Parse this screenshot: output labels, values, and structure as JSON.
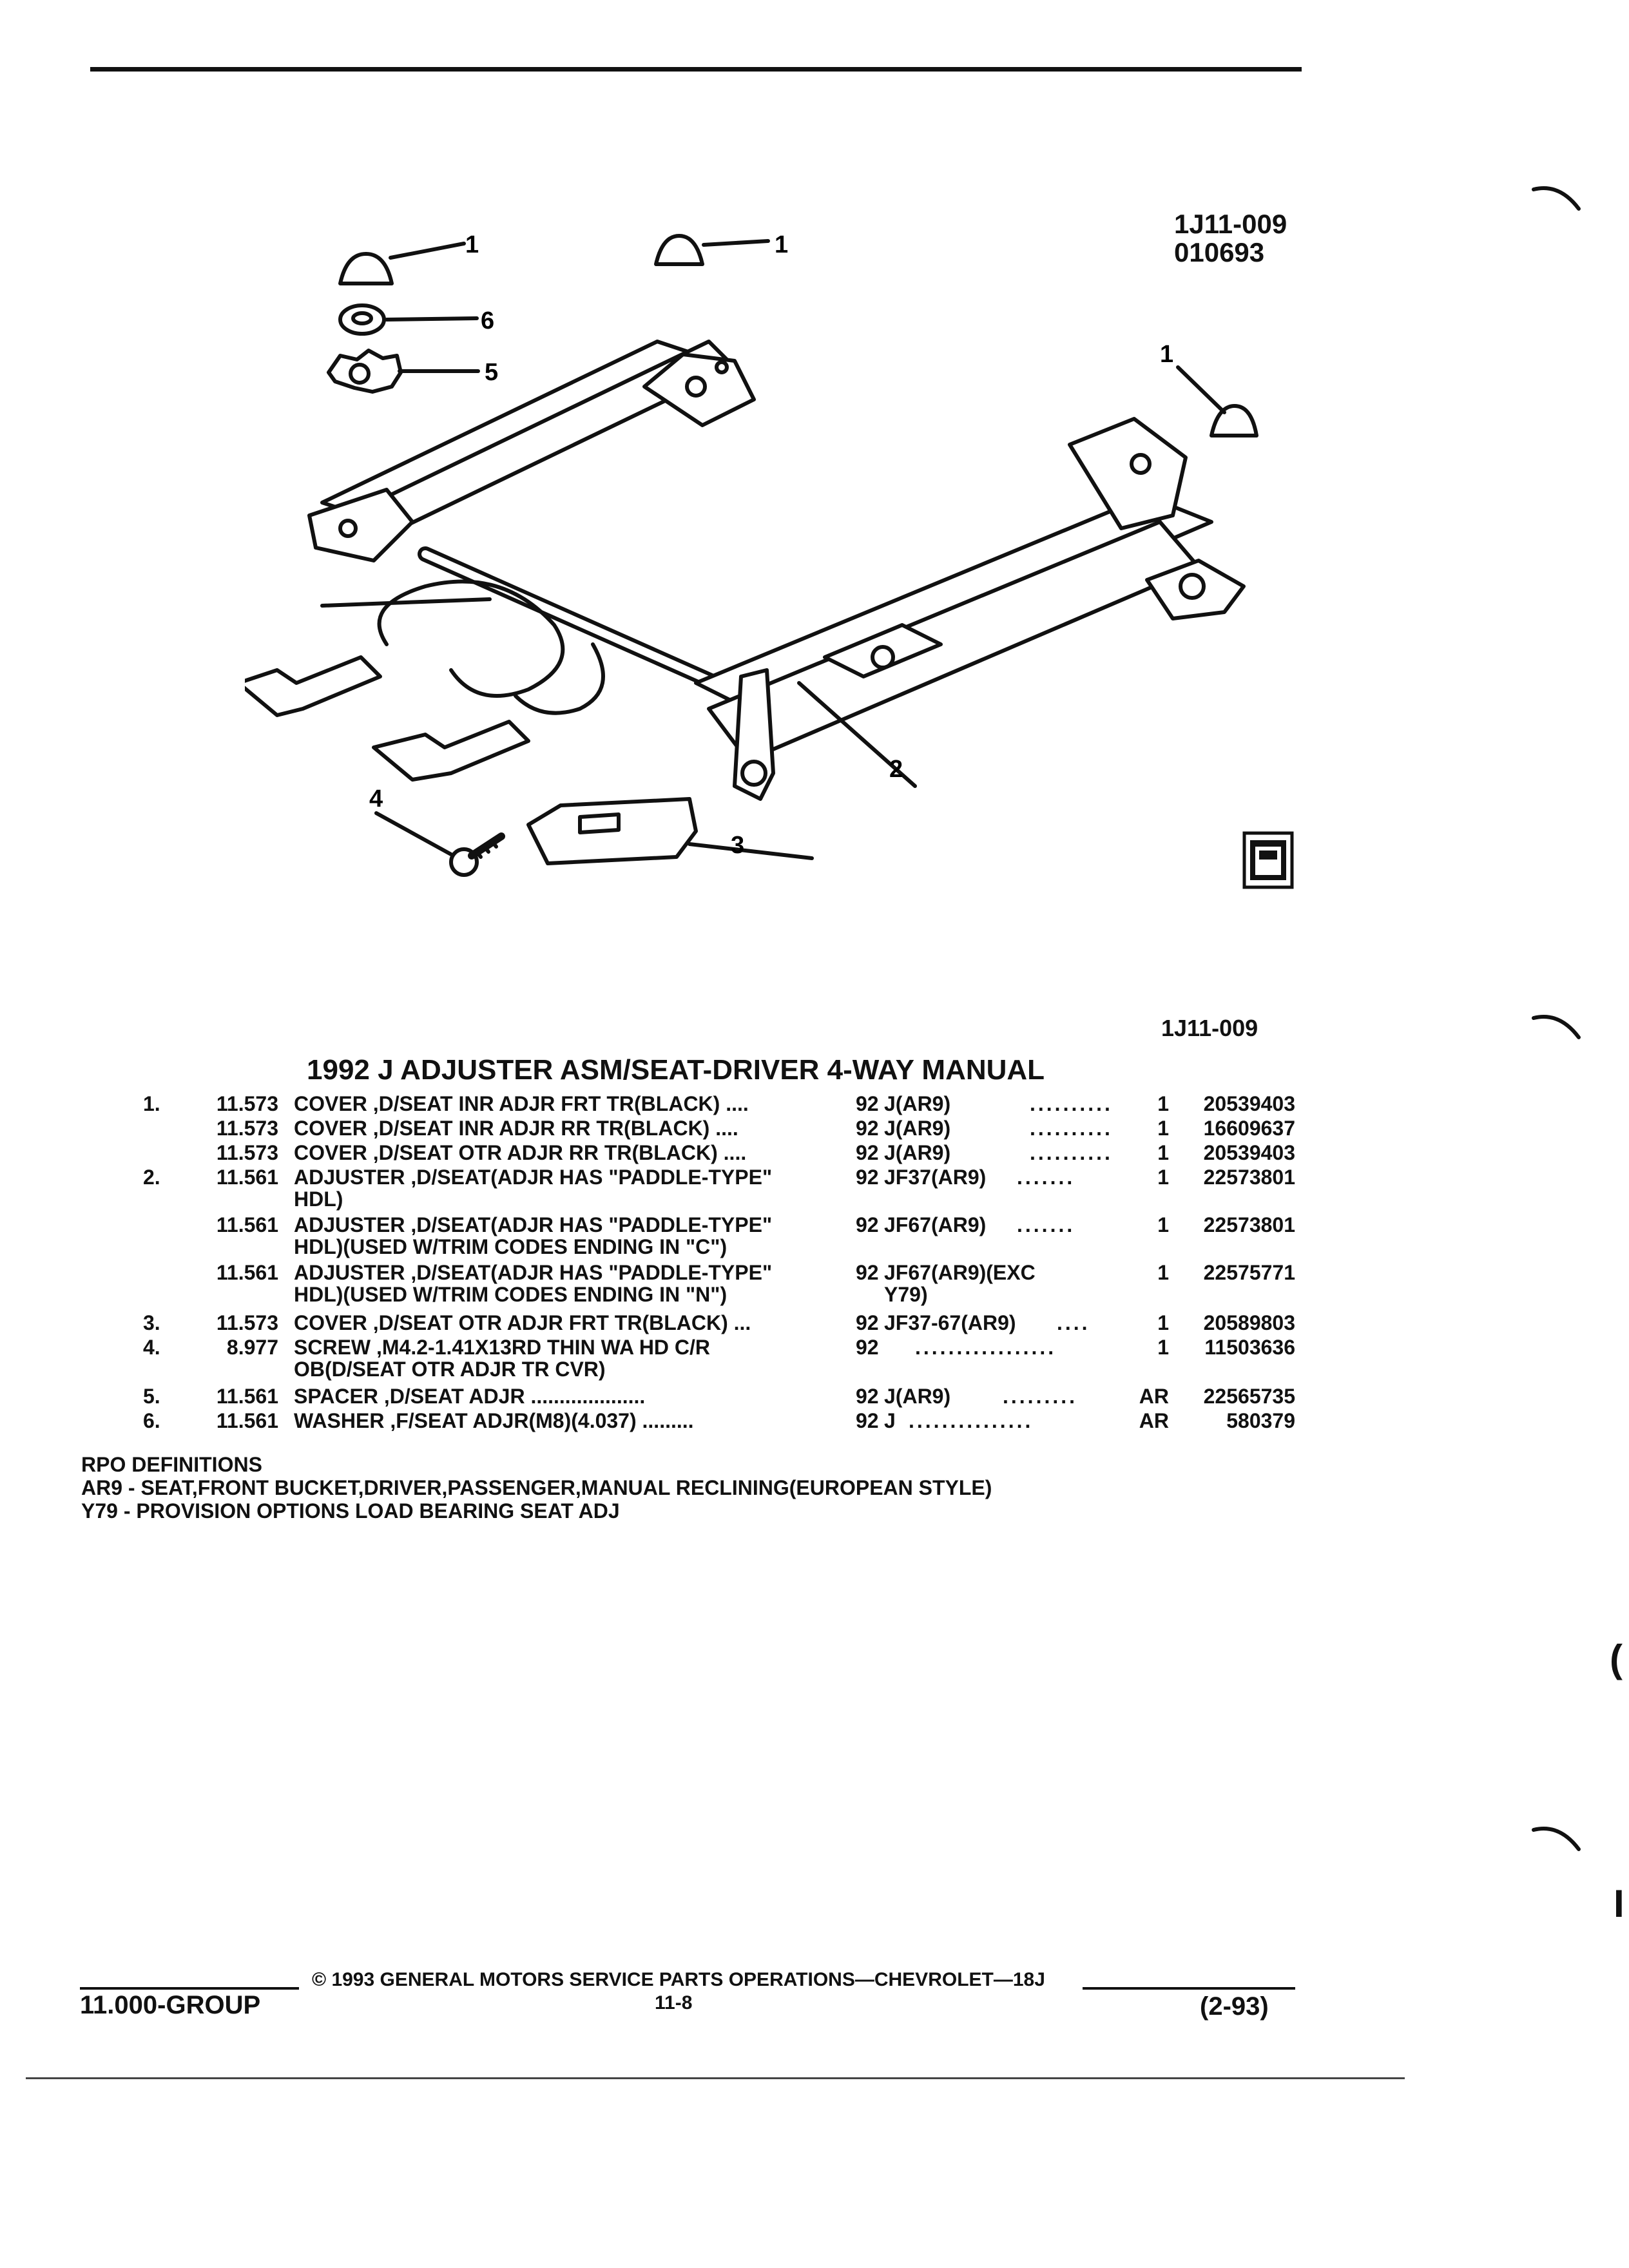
{
  "header": {
    "figure_code": "1J11-009",
    "figure_date": "010693",
    "figure_code_lower": "1J11-009"
  },
  "diagram": {
    "callouts": [
      "1",
      "1",
      "1",
      "6",
      "5",
      "2",
      "3",
      "4"
    ]
  },
  "section": {
    "title": "1992 J ADJUSTER ASM/SEAT-DRIVER 4-WAY MANUAL"
  },
  "parts": [
    {
      "num": "1.",
      "group": "11.573",
      "desc": "COVER ,D/SEAT INR ADJR FRT TR(BLACK) ....",
      "desc2": "",
      "year": "92",
      "model": "J(AR9)",
      "model2": "",
      "dots": "..........",
      "qty": "1",
      "part": "20539403"
    },
    {
      "num": "",
      "group": "11.573",
      "desc": "COVER ,D/SEAT INR ADJR RR TR(BLACK) ....",
      "desc2": "",
      "year": "92",
      "model": "J(AR9)",
      "model2": "",
      "dots": "..........",
      "qty": "1",
      "part": "16609637"
    },
    {
      "num": "",
      "group": "11.573",
      "desc": "COVER ,D/SEAT OTR ADJR RR TR(BLACK) ....",
      "desc2": "",
      "year": "92",
      "model": "J(AR9)",
      "model2": "",
      "dots": "..........",
      "qty": "1",
      "part": "20539403"
    },
    {
      "num": "2.",
      "group": "11.561",
      "desc": "ADJUSTER ,D/SEAT(ADJR HAS \"PADDLE-TYPE\"",
      "desc2": "HDL)",
      "year": "92",
      "model": "JF37(AR9)",
      "model2": "",
      "dots": ".......",
      "qty": "1",
      "part": "22573801"
    },
    {
      "num": "",
      "group": "11.561",
      "desc": "ADJUSTER ,D/SEAT(ADJR HAS \"PADDLE-TYPE\"",
      "desc2": "HDL)(USED W/TRIM CODES ENDING IN \"C\")",
      "year": "92",
      "model": "JF67(AR9)",
      "model2": "",
      "dots": ".......",
      "qty": "1",
      "part": "22573801"
    },
    {
      "num": "",
      "group": "11.561",
      "desc": "ADJUSTER ,D/SEAT(ADJR HAS \"PADDLE-TYPE\"",
      "desc2": "HDL)(USED W/TRIM CODES ENDING IN \"N\")",
      "year": "92",
      "model": "JF67(AR9)(EXC",
      "model2": "Y79)",
      "dots": "",
      "qty": "1",
      "part": "22575771"
    },
    {
      "num": "3.",
      "group": "11.573",
      "desc": "COVER ,D/SEAT OTR ADJR FRT TR(BLACK) ...",
      "desc2": "",
      "year": "92",
      "model": "JF37-67(AR9)",
      "model2": "",
      "dots": "....",
      "qty": "1",
      "part": "20589803"
    },
    {
      "num": "4.",
      "group": "8.977",
      "desc": "SCREW ,M4.2-1.41X13RD THIN WA HD C/R",
      "desc2": "OB(D/SEAT OTR ADJR TR CVR)",
      "year": "92",
      "model": "",
      "model2": "",
      "dots": ".................",
      "qty": "1",
      "part": "11503636"
    },
    {
      "num": "5.",
      "group": "11.561",
      "desc": "SPACER ,D/SEAT ADJR ....................",
      "desc2": "",
      "year": "92",
      "model": "J(AR9)",
      "model2": "",
      "dots": ".........",
      "qty": "AR",
      "part": "22565735"
    },
    {
      "num": "6.",
      "group": "11.561",
      "desc": "WASHER ,F/SEAT ADJR(M8)(4.037) .........",
      "desc2": "",
      "year": "92",
      "model": "J",
      "model2": "",
      "dots": "...............",
      "qty": "AR",
      "part": "580379"
    }
  ],
  "rpo": {
    "heading": "RPO DEFINITIONS",
    "lines": [
      "AR9 - SEAT,FRONT BUCKET,DRIVER,PASSENGER,MANUAL RECLINING(EUROPEAN STYLE)",
      "Y79 - PROVISION OPTIONS LOAD BEARING SEAT ADJ"
    ]
  },
  "footer": {
    "copyright": "© 1993 GENERAL MOTORS SERVICE PARTS OPERATIONS—CHEVROLET—18J",
    "group": "11.000-GROUP",
    "page": "11-8",
    "date": "(2-93)"
  }
}
